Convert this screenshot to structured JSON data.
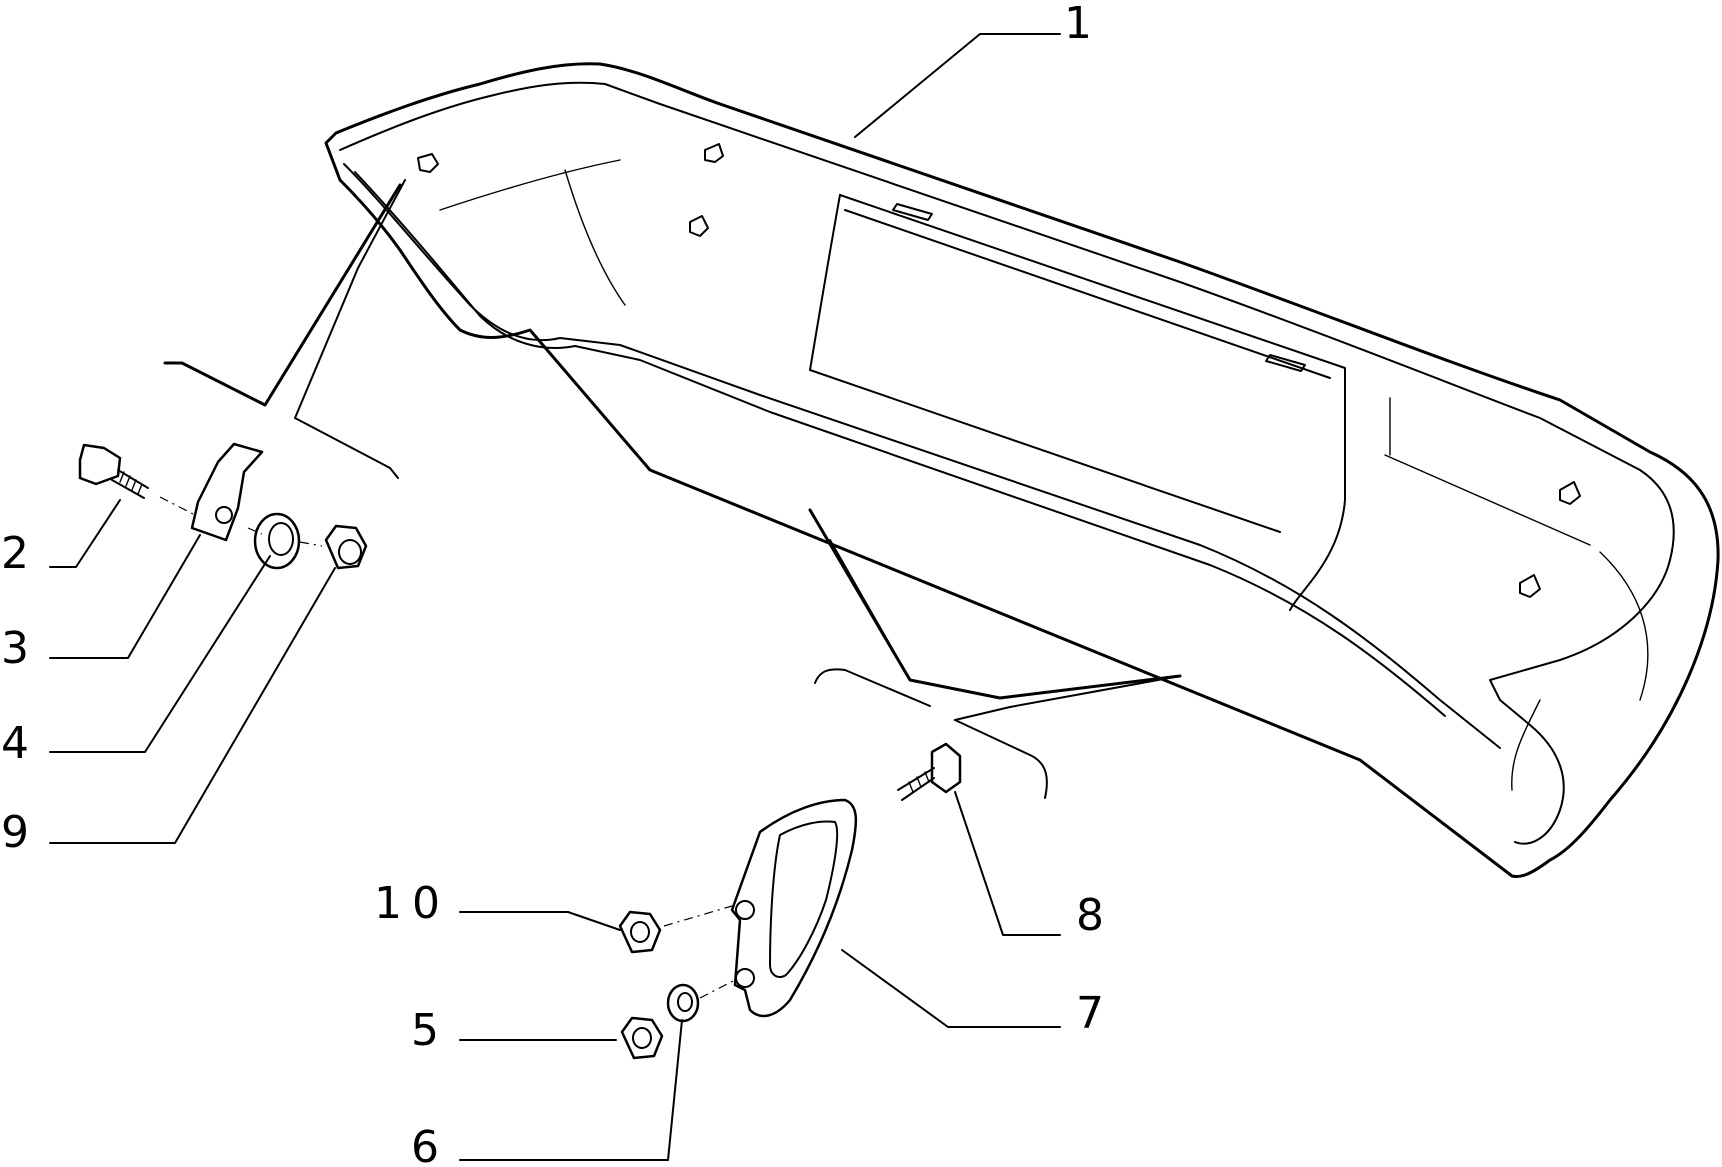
{
  "parts": [
    {
      "id": "p1",
      "label": "1",
      "part": "bumper"
    },
    {
      "id": "p2",
      "label": "2",
      "part": "bolt"
    },
    {
      "id": "p3",
      "label": "3",
      "part": "bracket"
    },
    {
      "id": "p4",
      "label": "4",
      "part": "washer"
    },
    {
      "id": "p9",
      "label": "9",
      "part": "nut"
    },
    {
      "id": "p10",
      "label": "10",
      "part": "nut"
    },
    {
      "id": "p5",
      "label": "5",
      "part": "nut"
    },
    {
      "id": "p6",
      "label": "6",
      "part": "washer"
    },
    {
      "id": "p7",
      "label": "7",
      "part": "mounting-plate"
    },
    {
      "id": "p8",
      "label": "8",
      "part": "screw"
    }
  ]
}
